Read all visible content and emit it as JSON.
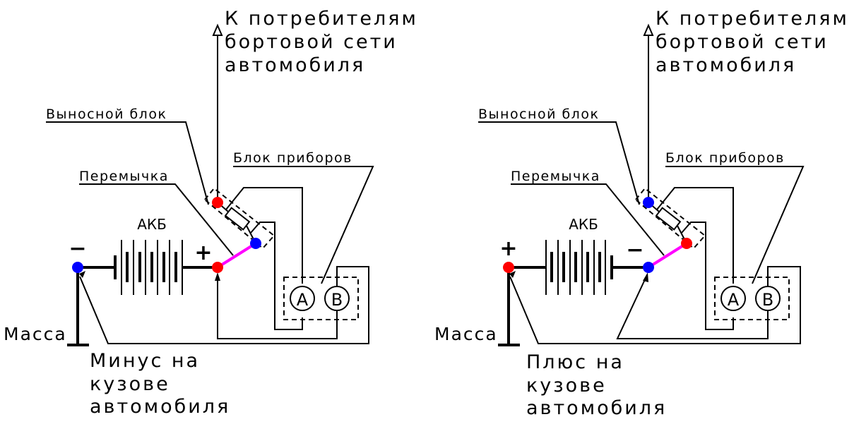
{
  "diagrams": [
    {
      "id": "left",
      "consumers_label": [
        "К потребителям",
        "бортовой сети",
        "автомобиля"
      ],
      "remote_block_label": "Выносной блок",
      "jumper_label": "Перемычка",
      "instrument_block_label": "Блок приборов",
      "battery_label": "АКБ",
      "left_terminal_sign": "−",
      "right_terminal_sign": "+",
      "ground_label": "Масса",
      "body_label": [
        "Минус на",
        "кузове",
        "автомобиля"
      ],
      "gauge_a": "A",
      "gauge_b": "B",
      "node_colors": {
        "battery_left": "#0000ff",
        "battery_right": "#ff0000",
        "fuse_top": "#ff0000",
        "fuse_bottom": "#0000ff"
      }
    },
    {
      "id": "right",
      "consumers_label": [
        "К потребителям",
        "бортовой сети",
        "автомобиля"
      ],
      "remote_block_label": "Выносной блок",
      "jumper_label": "Перемычка",
      "instrument_block_label": "Блок приборов",
      "battery_label": "АКБ",
      "left_terminal_sign": "+",
      "right_terminal_sign": "−",
      "ground_label": "Масса",
      "body_label": [
        "Плюс на",
        "кузове",
        "автомобиля"
      ],
      "gauge_a": "A",
      "gauge_b": "B",
      "node_colors": {
        "battery_left": "#ff0000",
        "battery_right": "#0000ff",
        "fuse_top": "#0000ff",
        "fuse_bottom": "#ff0000"
      }
    }
  ],
  "colors": {
    "jumper": "#ff00ff",
    "wire": "#000000"
  }
}
